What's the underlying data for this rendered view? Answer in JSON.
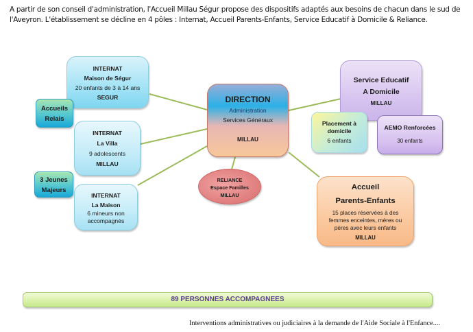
{
  "intro": {
    "line1": "A partir de son conseil d'administration, l'Accueil Millau Ségur propose des dispositifs adaptés aux besoins de chacun dans le sud de",
    "line2": "l'Aveyron. L'établissement se décline en 4 pôles : Internat, Accueil Parents-Enfants, Service Educatif à Domicile & Reliance."
  },
  "internats": [
    {
      "type": "INTERNAT",
      "name": "Maison de Ségur",
      "detail": "20 enfants de 3 à 14 ans",
      "place": "SEGUR"
    },
    {
      "type": "INTERNAT",
      "name": "La Villa",
      "detail": "9 adolescents",
      "place": "MILLAU"
    },
    {
      "type": "INTERNAT",
      "name": "La Maison",
      "detail_line1": "6 mineurs non",
      "detail_line2": "accompagnés"
    }
  ],
  "side_tags": {
    "accueils_relais": {
      "line1": "Accueils",
      "line2": "Relais"
    },
    "jeunes_majeurs": {
      "line1": "3 Jeunes",
      "line2": "Majeurs"
    }
  },
  "direction": {
    "title": "DIRECTION",
    "line1": "Administration",
    "line2": "Services Généraux",
    "place": "MILLAU"
  },
  "reliance": {
    "line1": "RELIANCE",
    "line2": "Espace Familles",
    "line3": "MILLAU"
  },
  "service_educatif": {
    "line1": "Service Educatif",
    "line2": "A Domicile",
    "place": "MILLAU"
  },
  "placement": {
    "line1": "Placement à",
    "line2": "domicile",
    "detail": "6 enfants"
  },
  "aemo": {
    "title": "AEMO Renforcées",
    "detail": "30 enfants"
  },
  "accueil_parents_enfants": {
    "line1": "Accueil",
    "line2": "Parents-Enfants",
    "detail1": "15 places réservées à des",
    "detail2": "femmes enceintes, mères ou",
    "detail3": "pères avec leurs enfants",
    "place": "MILLAU"
  },
  "banner": {
    "label": "89 PERSONNES ACCOMPAGNEES"
  },
  "footer": {
    "text": "Interventions administratives ou judiciaires à la demande de l'Aide Sociale à l'Enfance...."
  },
  "colors": {
    "connector": "#9bbb59",
    "banner_text": "#5a3f8e"
  }
}
